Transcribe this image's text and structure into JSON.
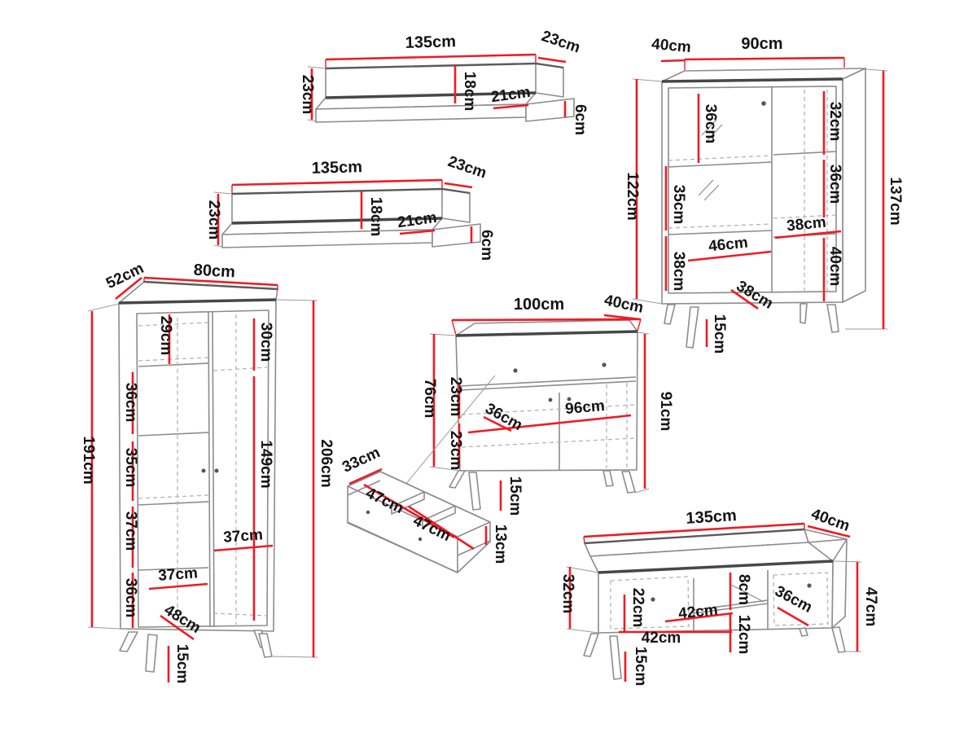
{
  "diagram": {
    "unit": "cm",
    "colors": {
      "dimension": "#ee1b24",
      "outline": "#8c8c8c",
      "dark": "#474747"
    }
  },
  "wall_shelf_1": {
    "width": "135cm",
    "depth": "23cm",
    "height": "23cm",
    "back_panel_height": "18cm",
    "shelf_depth": "21cm",
    "side_height": "6cm"
  },
  "wall_shelf_2": {
    "width": "135cm",
    "depth": "23cm",
    "height": "23cm",
    "back_panel_height": "18cm",
    "shelf_depth": "21cm",
    "side_height": "6cm"
  },
  "display_cabinet": {
    "top_depth": "40cm",
    "width": "90cm",
    "carcass_height": "122cm",
    "total_height": "137cm",
    "glass_top_section": "36cm",
    "right_top_section": "32cm",
    "left_mid_section": "35cm",
    "right_mid_section": "36cm",
    "left_bottom_section": "38cm",
    "inner_width": "46cm",
    "right_shelf_width": "38cm",
    "right_bottom_section": "40cm",
    "bottom_depth": "38cm",
    "leg_height": "15cm"
  },
  "wardrobe": {
    "top_depth": "52cm",
    "width": "80cm",
    "carcass_height": "191cm",
    "total_height": "206cm",
    "left_top_section": "29cm",
    "right_top_section": "30cm",
    "left_section_2": "36cm",
    "left_section_3": "35cm",
    "left_section_4": "37cm",
    "left_section_5": "36cm",
    "right_section": "149cm",
    "right_inner_width": "37cm",
    "left_inner_width": "37cm",
    "bottom_depth": "48cm",
    "leg_height": "15cm"
  },
  "sideboard": {
    "width": "100cm",
    "top_depth": "40cm",
    "carcass_height": "76cm",
    "total_height": "91cm",
    "drawer_inner_height": "23cm",
    "shelf_section_height": "23cm",
    "inner_depth": "36cm",
    "inner_width": "96cm",
    "leg_height": "15cm"
  },
  "drawer_insert": {
    "depth": "33cm",
    "compartment_1": "47cm",
    "compartment_2": "47cm",
    "height": "13cm"
  },
  "tv_stand": {
    "width": "135cm",
    "top_depth": "40cm",
    "carcass_height": "32cm",
    "total_height": "47cm",
    "door_height": "22cm",
    "shelf_top_gap": "8cm",
    "niche_width": "42cm",
    "door_width": "42cm",
    "shelf_bottom_gap": "12cm",
    "right_door_width": "36cm",
    "leg_height": "15cm"
  }
}
